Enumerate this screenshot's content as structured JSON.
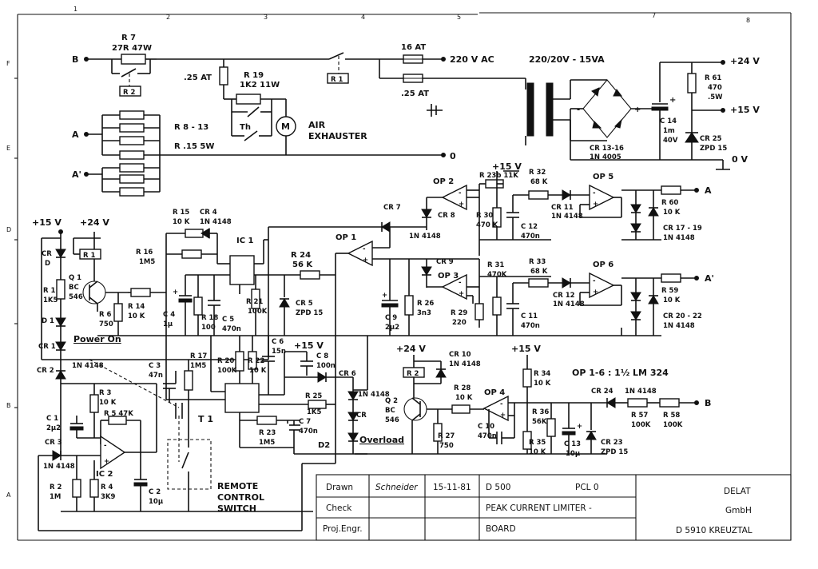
{
  "border_numbers": [
    "1",
    "2",
    "3",
    "4",
    "5",
    "7",
    "8"
  ],
  "border_letters": [
    "F",
    "E",
    "D",
    "B",
    "A"
  ],
  "title_block": {
    "drawn_label": "Drawn",
    "drawn_signature": "Schneider",
    "drawn_date": "15-11-81",
    "check_label": "Check",
    "proj_label": "Proj.Engr.",
    "drawing_no": "D 500",
    "drawing_code": "PCL 0",
    "title_line1": "PEAK CURRENT LIMITER -",
    "title_line2": "BOARD",
    "company_line1": "DELAT",
    "company_line2": "GmbH",
    "company_addr": "D 5910 KREUZTAL"
  },
  "terminals": {
    "B_left": "B",
    "A_left": "A",
    "Aprime_left": "A'",
    "v220": "220 V  AC",
    "zero_mid": "0",
    "p24_top": "+24 V",
    "p15_top": "+15 V",
    "zero_right": "0 V",
    "A_right": "A",
    "Aprime_right": "A'",
    "B_right": "B",
    "p15_left": "+15 V",
    "p24_left": "+24 V",
    "p15_mid": "+15 V",
    "p15_ic": "+15 V",
    "p24_q2": "+24 V",
    "p15_op4": "+15 V"
  },
  "labels": {
    "r7": "R 7",
    "r7v": "27R   47W",
    "r2relay": "R 2",
    "r19": "R 19",
    "r19v": "1K2  11W",
    "f25a": ".25 AT",
    "th": "Th",
    "motor": "M",
    "air": "AIR",
    "exhauster": "EXHAUSTER",
    "r1relay_top": "R 1",
    "f16": "16 AT",
    "f25b": ".25 AT",
    "r8_13": "R 8 - 13",
    "r15": "R .15   5W",
    "transformer": "220/20V - 15VA",
    "cr13": "CR 13-16",
    "cr13v": "1N 4005",
    "c14": "C 14",
    "c14v1": "1m",
    "c14v2": "40V",
    "r61": "R 61",
    "r61v1": "470",
    "r61v2": ".5W",
    "cr25": "CR 25",
    "cr25v": "ZPD 15",
    "plus": "+",
    "minus": "-",
    "op2": "OP 2",
    "op5": "OP 5",
    "op1": "OP 1",
    "op3": "OP 3",
    "op6": "OP 6",
    "op4": "OP 4",
    "r236": "R 23b  11K",
    "r32": "R 32",
    "r32v": "68 K",
    "cr11": "CR 11",
    "cr11v": "1N 4148",
    "r60": "R 60",
    "r60v": "10 K",
    "cr17": "CR 17 - 19",
    "cr17v": "1N 4148",
    "cr7": "CR 7",
    "cr7v": "1N 4148",
    "cr8": "CR 8",
    "r30": "R 30",
    "r30v": "470 K",
    "c12": "C 12",
    "c12v": "470n",
    "r24": "R 24",
    "r24v": "56 K",
    "cr9": "CR 9",
    "r31": "R 31",
    "r31v": "470K",
    "r33": "R 33",
    "r33v": "68 K",
    "cr12": "CR 12",
    "cr12v": "1N 4148",
    "r59": "R 59",
    "r59v": "10 K",
    "cr20": "CR 20 - 22",
    "cr20v": "1N 4148",
    "c9": "C 9",
    "c9v": "2µ2",
    "r26": "R 26",
    "r26v": "3n3",
    "r29": "R 29",
    "r29v": "220",
    "c11": "C 11",
    "c11v": "470n",
    "ic1": "IC 1",
    "r15b": "R 15",
    "r15bv": "10 K",
    "cr4": "CR 4",
    "cr4v": "1N 4148",
    "r16": "R 16",
    "r16v": "1M5",
    "relay_r1": "R 1",
    "crd": "CR",
    "crd2": "D",
    "r1": "R 1",
    "r1v": "1K5",
    "q1": "Q 1",
    "q1v1": "BC",
    "q1v2": "546",
    "r6": "R 6",
    "r6v": "750",
    "r14": "R 14",
    "r14v": "10 K",
    "d1": "D 1",
    "c4": "C 4",
    "c4v": "1µ",
    "r18": "R 18",
    "r18v": "100",
    "c5": "C 5",
    "c5v": "470n",
    "r21": "R 21",
    "r21v": "100K",
    "cr5": "CR 5",
    "cr5v": "ZPD 15",
    "cr1": "CR 1",
    "cr2": "CR 2",
    "cr2v": "1N 4148",
    "poweron": "Power On",
    "c3": "C 3",
    "c3v": "47n",
    "r17": "R 17",
    "r17v": "1M5",
    "r20": "R 20",
    "r20v": "100K",
    "r22": "R 22",
    "r22v": "10 K",
    "c6": "C 6",
    "c6v": "15n",
    "c8": "C 8",
    "c8v": "100n",
    "cr6": "CR 6",
    "cr6v": "1N 4148",
    "r25": "R 25",
    "r25v": "1K5",
    "cr_d2": "CR",
    "d2": "D2",
    "overload": "Overload",
    "r23": "R 23",
    "r23v": "1M5",
    "c7": "C 7",
    "c7v": "470n",
    "t1": "T 1",
    "c1": "C 1",
    "c1v": "2µ2",
    "r3": "R 3",
    "r3v": "10 K",
    "r5": "R 5  47K",
    "cr3": "CR 3",
    "cr3v": "1N 4148",
    "ic2": "IC 2",
    "r2": "R 2",
    "r2v": "1M",
    "r4": "R 4",
    "r4v": "3K9",
    "c2": "C 2",
    "c2v": "10µ",
    "remote1": "REMOTE",
    "remote2": "CONTROL",
    "remote3": "SWITCH",
    "r2relay_b": "R 2",
    "cr10": "CR 10",
    "cr10v": "1N 4148",
    "q2": "Q 2",
    "q2v1": "BC",
    "q2v2": "546",
    "r28": "R 28",
    "r28v": "10 K",
    "r27": "R 27",
    "r27v": "750",
    "c10": "C 10",
    "c10v": "470n",
    "r34": "R 34",
    "r34v": "10 K",
    "r36": "R 36",
    "r36v": "56K",
    "r35": "R 35",
    "r35v": "10 K",
    "c13": "C 13",
    "c13v": "10µ",
    "cr23": "CR 23",
    "cr23v": "ZPD 15",
    "cr24": "CR 24",
    "cr24v": "1N 4148",
    "r57": "R 57",
    "r57v": "100K",
    "r58": "R 58",
    "r58v": "100K",
    "opnote": "OP 1-6 :  1½ LM 324"
  }
}
